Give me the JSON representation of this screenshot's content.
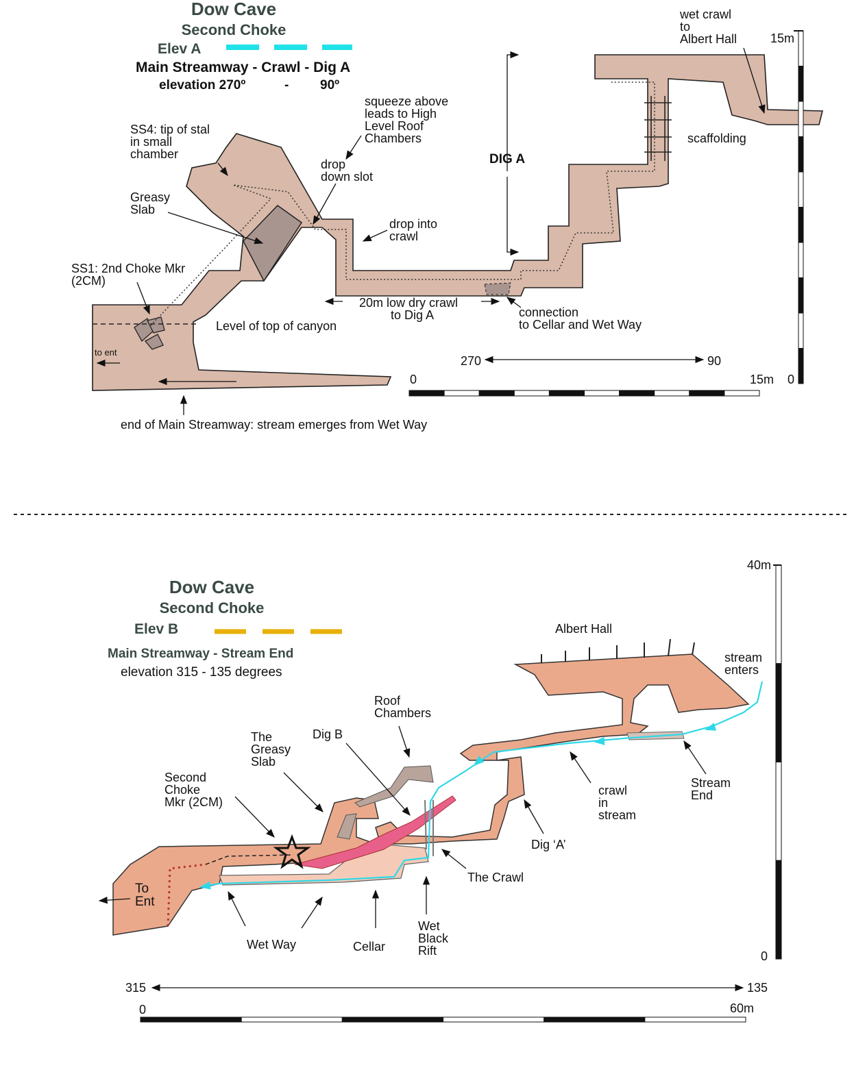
{
  "elev_a": {
    "title": "Dow Cave",
    "subtitle": "Second Choke",
    "elev": "Elev A",
    "description": "Main Streamway - Crawl - Dig A",
    "elevation_start": "elevation 270º",
    "elevation_sep": "-",
    "elevation_end": "90º",
    "legend_color": "#1fe3e8",
    "cave_color": "#d9b9a9",
    "labels": {
      "ss4": [
        "SS4: tip of stal",
        "in small",
        "chamber"
      ],
      "greasy": [
        "Greasy",
        "Slab"
      ],
      "ss1": [
        "SS1: 2nd Choke Mkr",
        "(2CM)"
      ],
      "to_ent": [
        "to ent"
      ],
      "canyon": [
        "Level of top of canyon"
      ],
      "end_stream": [
        "end of Main Streamway: stream emerges from Wet Way"
      ],
      "squeeze": [
        "squeeze above",
        "leads to High",
        "Level Roof",
        "Chambers"
      ],
      "drop_slot": [
        "drop",
        "down slot"
      ],
      "drop_crawl": [
        "drop into",
        "crawl"
      ],
      "low_crawl": [
        "20m low dry crawl",
        "to Dig A"
      ],
      "connection": [
        "connection",
        "to Cellar and Wet Way"
      ],
      "dig_a": [
        "DIG A"
      ],
      "wet_crawl": [
        "wet crawl",
        "to",
        "Albert Hall"
      ],
      "scaffolding": [
        "scaffolding"
      ]
    },
    "scale": {
      "h_start": "0",
      "h_end": "15m",
      "v_top": "15m",
      "v_bottom": "0",
      "bearing_start": "270",
      "bearing_end": "90"
    }
  },
  "elev_b": {
    "title": "Dow Cave",
    "subtitle": "Second Choke",
    "elev": "Elev B",
    "description": "Main Streamway - Stream End",
    "elevation": "elevation 315 - 135 degrees",
    "legend_color": "#e8b00a",
    "cave_color": "#eba98c",
    "stream_color": "#2fd8e8",
    "labels": {
      "albert": [
        "Albert Hall"
      ],
      "stream_enters": [
        "stream",
        "enters"
      ],
      "roof": [
        "Roof",
        "Chambers"
      ],
      "dig_b": [
        "Dig B"
      ],
      "greasy": [
        "The",
        "Greasy",
        "Slab"
      ],
      "second_choke": [
        "Second",
        "Choke",
        "Mkr (2CM)"
      ],
      "to_ent": [
        "To",
        "Ent"
      ],
      "wet_way": [
        "Wet Way"
      ],
      "cellar": [
        "Cellar"
      ],
      "wet_black": [
        "Wet",
        "Black",
        "Rift"
      ],
      "the_crawl": [
        "The Crawl"
      ],
      "dig_a": [
        "Dig ‘A’"
      ],
      "crawl_stream": [
        "crawl",
        "in",
        "stream"
      ],
      "stream_end": [
        "Stream",
        "End"
      ]
    },
    "scale": {
      "h_start": "0",
      "h_end": "60m",
      "v_top": "40m",
      "v_bottom": "0",
      "bearing_start": "315",
      "bearing_end": "135"
    }
  }
}
